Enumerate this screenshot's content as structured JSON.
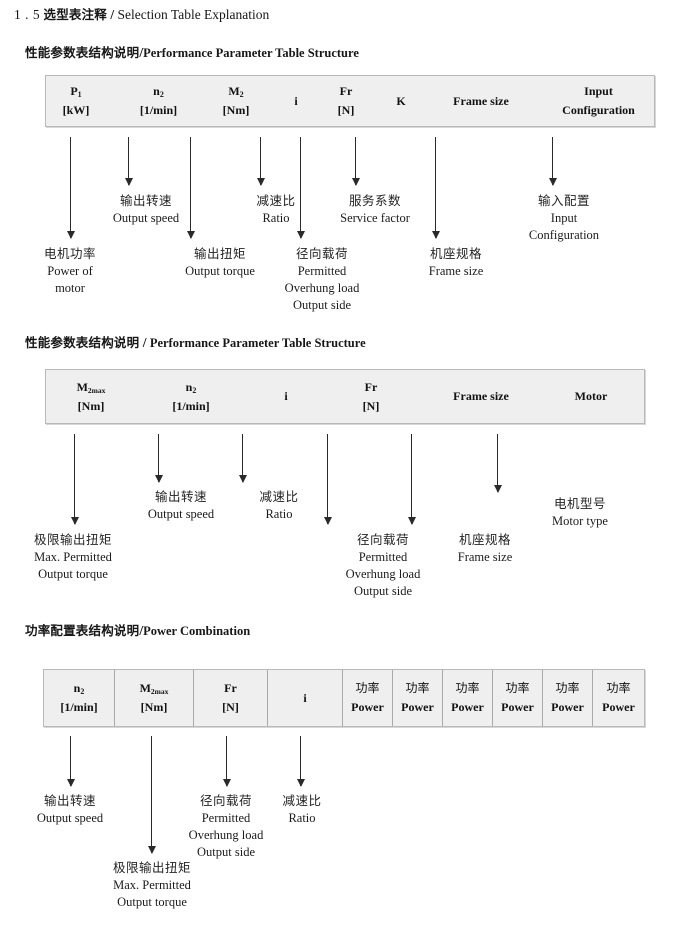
{
  "document": {
    "section_number": "1 . 5",
    "section_title_cn": "选型表注释",
    "separator": "/",
    "section_title_en": "Selection Table Explanation"
  },
  "sections": [
    {
      "heading": {
        "cn": "性能参数表结构说明",
        "sep": "/",
        "en": "Performance Parameter Table Structure"
      },
      "table": {
        "columns": [
          {
            "line1": "P",
            "sub1": "1",
            "line2": "[kW]"
          },
          {
            "line1": "n",
            "sub1": "2",
            "line2": "[1/min]"
          },
          {
            "line1": "M",
            "sub1": "2",
            "line2": "[Nm]"
          },
          {
            "line1": "i",
            "sub1": "",
            "line2": ""
          },
          {
            "line1": "Fr",
            "sub1": "",
            "line2": "[N]"
          },
          {
            "line1": "K",
            "sub1": "",
            "line2": ""
          },
          {
            "line1": "Frame size",
            "sub1": "",
            "line2": ""
          },
          {
            "line1": "Input",
            "sub1": "",
            "line2": "Configuration"
          }
        ]
      },
      "annotations": [
        {
          "cn": "电机功率",
          "en": [
            "Power of",
            "motor"
          ]
        },
        {
          "cn": "输出转速",
          "en": [
            "Output speed"
          ]
        },
        {
          "cn": "输出扭矩",
          "en": [
            "Output torque"
          ]
        },
        {
          "cn": "减速比",
          "en": [
            "Ratio"
          ]
        },
        {
          "cn": "径向载荷",
          "en": [
            "Permitted",
            "Overhung load",
            "Output side"
          ]
        },
        {
          "cn": "服务系数",
          "en": [
            "Service factor"
          ]
        },
        {
          "cn": "机座规格",
          "en": [
            "Frame size"
          ]
        },
        {
          "cn": "输入配置",
          "en": [
            "Input",
            "Configuration"
          ]
        }
      ]
    },
    {
      "heading": {
        "cn": "性能参数表结构说明",
        "sep": "/",
        "en": "Performance Parameter Table Structure"
      },
      "table": {
        "columns": [
          {
            "line1": "M",
            "sub1": "2max",
            "line2": "[Nm]"
          },
          {
            "line1": "n",
            "sub1": "2",
            "line2": "[1/min]"
          },
          {
            "line1": "i",
            "sub1": "",
            "line2": ""
          },
          {
            "line1": "Fr",
            "sub1": "",
            "line2": "[N]"
          },
          {
            "line1": "Frame size",
            "sub1": "",
            "line2": ""
          },
          {
            "line1": "Motor",
            "sub1": "",
            "line2": ""
          }
        ]
      },
      "annotations": [
        {
          "cn": "极限输出扭矩",
          "en": [
            "Max. Permitted",
            "Output  torque"
          ]
        },
        {
          "cn": "输出转速",
          "en": [
            "Output speed"
          ]
        },
        {
          "cn": "减速比",
          "en": [
            "Ratio"
          ]
        },
        {
          "cn": "径向载荷",
          "en": [
            "Permitted",
            "Overhung load",
            "Output side"
          ]
        },
        {
          "cn": "机座规格",
          "en": [
            "Frame size"
          ]
        },
        {
          "cn": "电机型号",
          "en": [
            "Motor type"
          ]
        }
      ]
    },
    {
      "heading": {
        "cn": "功率配置表结构说明",
        "sep": "/",
        "en": "Power Combination"
      },
      "table": {
        "columns": [
          {
            "line1": "n",
            "sub1": "2",
            "line2": "[1/min]"
          },
          {
            "line1": "M",
            "sub1": "2max",
            "line2": "[Nm]"
          },
          {
            "line1": "Fr",
            "sub1": "",
            "line2": "[N]"
          },
          {
            "line1": "i",
            "sub1": "",
            "line2": ""
          },
          {
            "line1_cn": "功率",
            "line2": "Power"
          },
          {
            "line1_cn": "功率",
            "line2": "Power"
          },
          {
            "line1_cn": "功率",
            "line2": "Power"
          },
          {
            "line1_cn": "功率",
            "line2": "Power"
          },
          {
            "line1_cn": "功率",
            "line2": "Power"
          },
          {
            "line1_cn": "功率",
            "line2": "Power"
          }
        ]
      },
      "annotations": [
        {
          "cn": "输出转速",
          "en": [
            "Output speed"
          ]
        },
        {
          "cn": "极限输出扭矩",
          "en": [
            "Max. Permitted",
            "Output  torque"
          ]
        },
        {
          "cn": "径向载荷",
          "en": [
            "Permitted",
            "Overhung load",
            "Output side"
          ]
        },
        {
          "cn": "减速比",
          "en": [
            "Ratio"
          ]
        }
      ]
    }
  ],
  "colors": {
    "table_fill": "#efefef",
    "table_border": "#b9b9b9",
    "arrow": "#2a2a2a",
    "text": "#1b1b1b"
  }
}
